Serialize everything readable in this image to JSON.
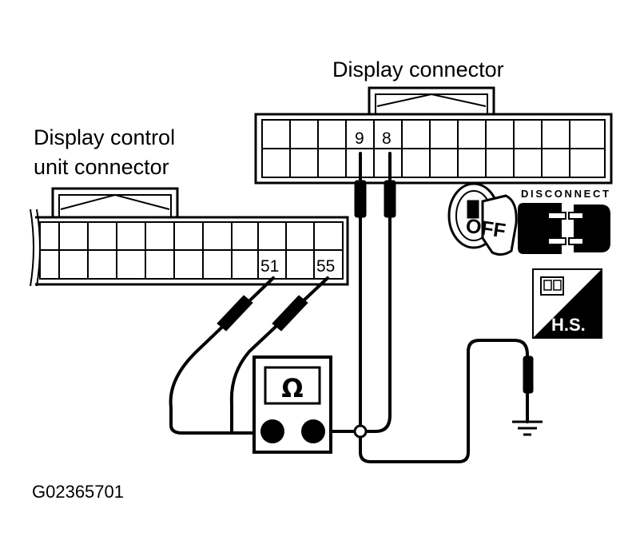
{
  "labels": {
    "display_connector": "Display connector",
    "display_control_unit_connector_line1": "Display control",
    "display_control_unit_connector_line2": "unit connector",
    "figure_id": "G02365701"
  },
  "pins": {
    "display_left": "9",
    "display_right": "8",
    "control_left": "51",
    "control_right": "55"
  },
  "meter": {
    "symbol": "Ω"
  },
  "icons": {
    "ignition_label": "OFF",
    "disconnect_label": "DISCONNECT",
    "harness_label": "H.S."
  },
  "colors": {
    "ink": "#000000",
    "paper": "#ffffff"
  }
}
